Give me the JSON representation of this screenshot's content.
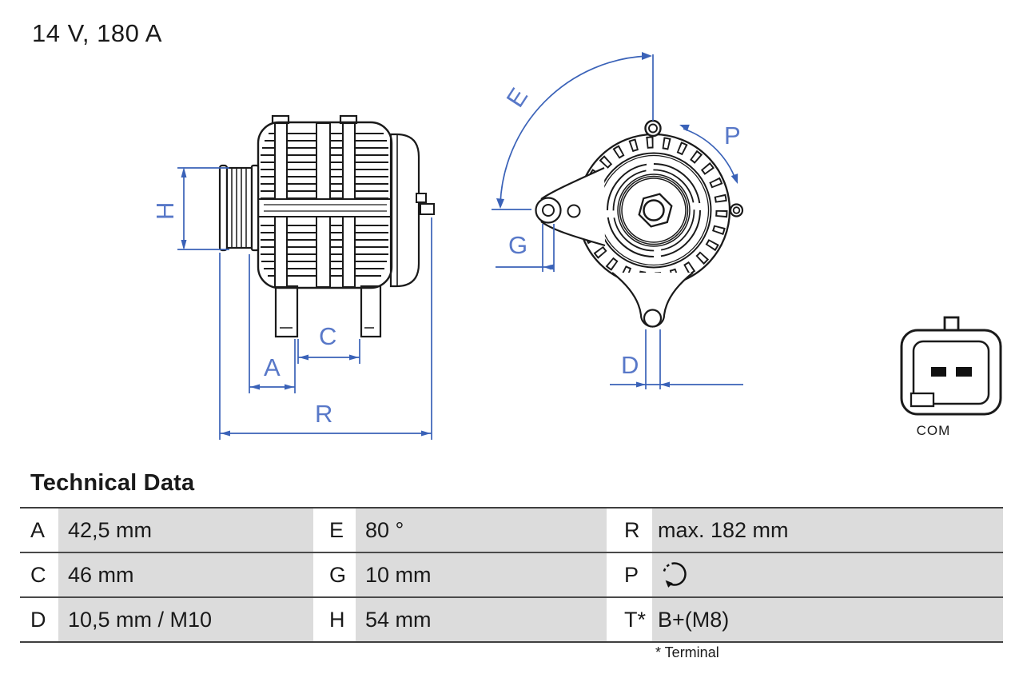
{
  "header": {
    "rating": "14 V, 180 A"
  },
  "connector": {
    "label": "COM"
  },
  "diagram": {
    "side_view": {
      "labels": {
        "H": "H",
        "A": "A",
        "C": "C",
        "R": "R"
      }
    },
    "front_view": {
      "labels": {
        "E": "E",
        "G": "G",
        "D": "D",
        "P": "P"
      }
    }
  },
  "technical_data": {
    "title": "Technical Data",
    "rows": [
      {
        "cells": [
          {
            "key": "A",
            "value": "42,5 mm"
          },
          {
            "key": "E",
            "value": "80 °"
          },
          {
            "key": "R",
            "value": "max. 182 mm"
          }
        ]
      },
      {
        "cells": [
          {
            "key": "C",
            "value": "46 mm"
          },
          {
            "key": "G",
            "value": "10 mm"
          },
          {
            "key": "P",
            "value": "",
            "icon": "rotation-direction-clockwise-icon"
          }
        ]
      },
      {
        "cells": [
          {
            "key": "D",
            "value": "10,5 mm / M10"
          },
          {
            "key": "H",
            "value": "54 mm"
          },
          {
            "key": "T*",
            "value": "B+(M8)"
          }
        ]
      }
    ],
    "footnote": "* Terminal"
  },
  "colors": {
    "dimension_blue": "#3A62B8",
    "dimension_label_blue": "#5878C8",
    "drawing_black": "#1a1a1a",
    "cell_gray": "#dcdcdc",
    "row_line": "#4a4a4a"
  }
}
